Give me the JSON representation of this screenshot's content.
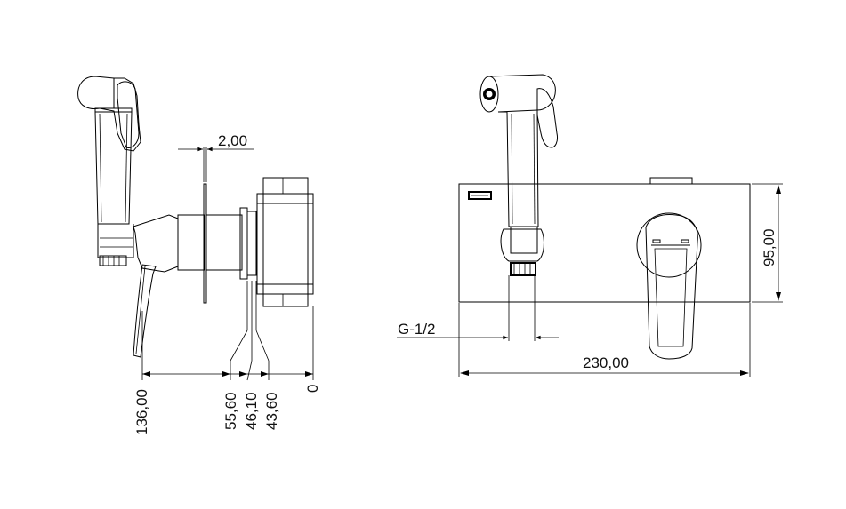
{
  "dimensions": {
    "gap": "2,00",
    "depth_total": "136,00",
    "depth_a": "55,60",
    "depth_b": "46,10",
    "depth_c": "43,60",
    "depth_zero": "0",
    "thread": "G-1/2",
    "plate_width": "230,00",
    "plate_height": "95,00"
  },
  "colors": {
    "line": "#000000",
    "background": "#ffffff"
  }
}
